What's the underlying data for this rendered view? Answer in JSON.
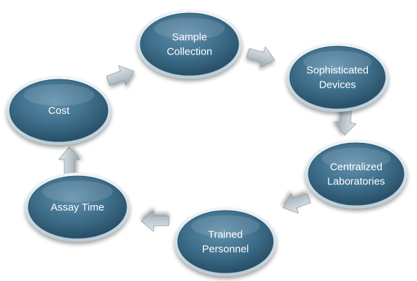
{
  "diagram": {
    "type": "cycle",
    "node_fill": "#3d6d89",
    "node_rim": "#d9e7ee",
    "label_color": "#ffffff",
    "arrow_color": "#b9c6cd",
    "nodes": [
      {
        "id": "sample-collection",
        "lines": [
          "Sample",
          "Collection"
        ]
      },
      {
        "id": "sophisticated-devices",
        "lines": [
          "Sophisticated",
          "Devices"
        ]
      },
      {
        "id": "centralized-laboratories",
        "lines": [
          "Centralized",
          "Laboratories"
        ]
      },
      {
        "id": "trained-personnel",
        "lines": [
          "Trained",
          "Personnel"
        ]
      },
      {
        "id": "assay-time",
        "lines": [
          "Assay Time"
        ]
      },
      {
        "id": "cost",
        "lines": [
          "Cost"
        ]
      }
    ],
    "edges": [
      {
        "from": "sample-collection",
        "to": "sophisticated-devices"
      },
      {
        "from": "sophisticated-devices",
        "to": "centralized-laboratories"
      },
      {
        "from": "centralized-laboratories",
        "to": "trained-personnel"
      },
      {
        "from": "trained-personnel",
        "to": "assay-time"
      },
      {
        "from": "assay-time",
        "to": "cost"
      },
      {
        "from": "cost",
        "to": "sample-collection"
      }
    ]
  }
}
